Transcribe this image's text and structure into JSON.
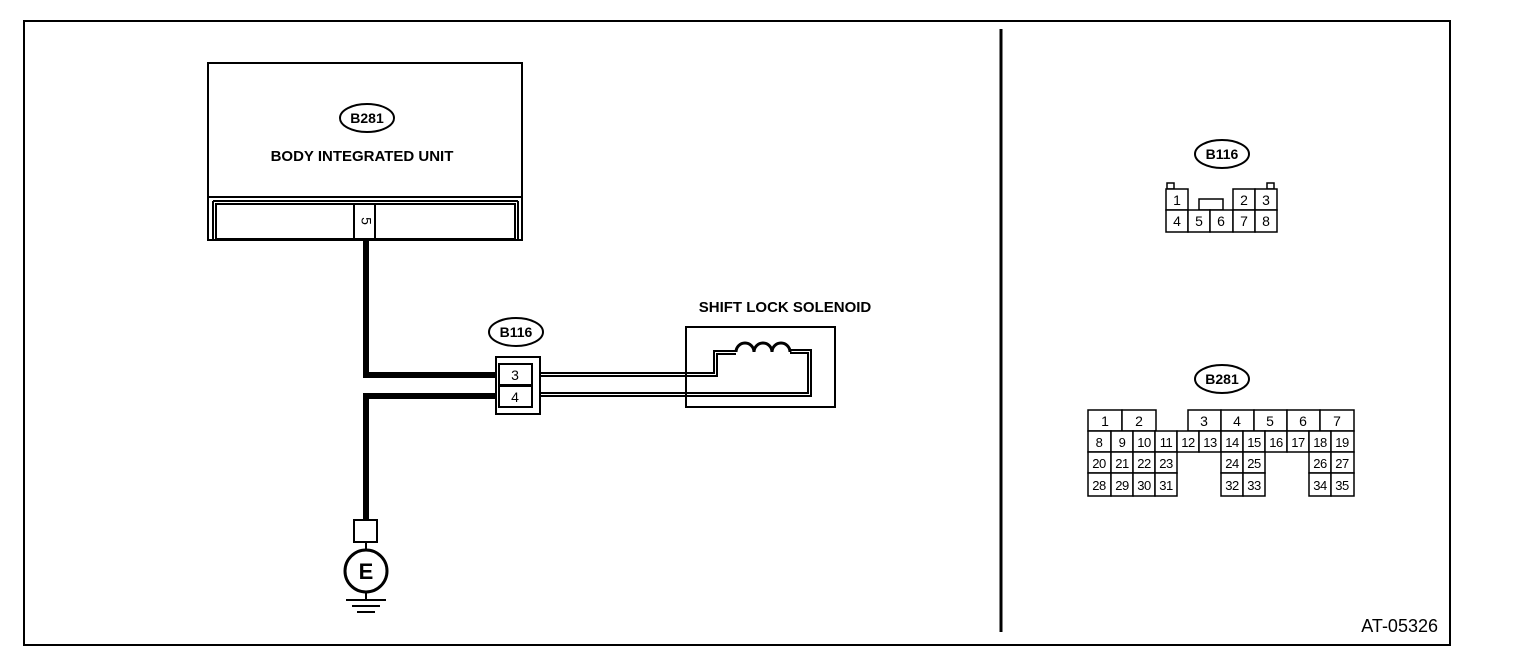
{
  "diagram": {
    "figure_id": "AT-05326",
    "body_integrated_unit": {
      "connector": "B281",
      "label": "BODY INTEGRATED UNIT",
      "pin": "5"
    },
    "harness_connector": {
      "connector": "B116",
      "pins": [
        "3",
        "4"
      ]
    },
    "shift_lock_solenoid": {
      "label": "SHIFT LOCK SOLENOID"
    },
    "ground": {
      "label": "E"
    }
  },
  "connector_views": {
    "b116": {
      "label": "B116",
      "top_row": [
        "1",
        "2",
        "3"
      ],
      "bottom_row": [
        "4",
        "5",
        "6",
        "7",
        "8"
      ]
    },
    "b281": {
      "label": "B281",
      "row1": [
        "1",
        "2",
        "3",
        "4",
        "5",
        "6",
        "7"
      ],
      "row2": [
        "8",
        "9",
        "10",
        "11",
        "12",
        "13",
        "14",
        "15",
        "16",
        "17",
        "18",
        "19"
      ],
      "row3": [
        "20",
        "21",
        "22",
        "23",
        "24",
        "25",
        "26",
        "27"
      ],
      "row4": [
        "28",
        "29",
        "30",
        "31",
        "32",
        "33",
        "34",
        "35"
      ]
    }
  }
}
